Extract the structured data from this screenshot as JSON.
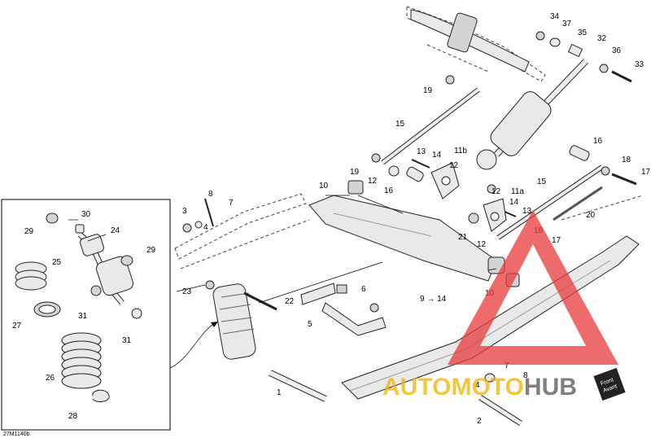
{
  "figure_id": "27M1140b",
  "watermark": {
    "part1": "AUTO",
    "part2": "MOTO",
    "part3": "HUB"
  },
  "badge": {
    "line1": "Front",
    "line2": "Avant"
  },
  "callouts": [
    {
      "id": "c34",
      "label": "34"
    },
    {
      "id": "c37",
      "label": "37"
    },
    {
      "id": "c35",
      "label": "35"
    },
    {
      "id": "c32",
      "label": "32"
    },
    {
      "id": "c36",
      "label": "36"
    },
    {
      "id": "c33",
      "label": "33"
    },
    {
      "id": "c19a",
      "label": "19"
    },
    {
      "id": "c15a",
      "label": "15"
    },
    {
      "id": "c16a",
      "label": "16"
    },
    {
      "id": "c18a",
      "label": "18"
    },
    {
      "id": "c17a",
      "label": "17"
    },
    {
      "id": "c13a",
      "label": "13"
    },
    {
      "id": "c14a",
      "label": "14"
    },
    {
      "id": "c11b",
      "label": "11b"
    },
    {
      "id": "c19b",
      "label": "19"
    },
    {
      "id": "c12a",
      "label": "12"
    },
    {
      "id": "c12b",
      "label": "12"
    },
    {
      "id": "c16b",
      "label": "16"
    },
    {
      "id": "c10a",
      "label": "10"
    },
    {
      "id": "c15b",
      "label": "15"
    },
    {
      "id": "c12c",
      "label": "12"
    },
    {
      "id": "c11a",
      "label": "11a"
    },
    {
      "id": "c14b",
      "label": "14"
    },
    {
      "id": "c13b",
      "label": "13"
    },
    {
      "id": "c20",
      "label": "20"
    },
    {
      "id": "c21",
      "label": "21"
    },
    {
      "id": "c12d",
      "label": "12"
    },
    {
      "id": "c18b",
      "label": "18"
    },
    {
      "id": "c17b",
      "label": "17"
    },
    {
      "id": "c10b",
      "label": "10"
    },
    {
      "id": "c9",
      "label": "9 → 14"
    },
    {
      "id": "c8a",
      "label": "8"
    },
    {
      "id": "c7a",
      "label": "7"
    },
    {
      "id": "c3",
      "label": "3"
    },
    {
      "id": "c4a",
      "label": "4"
    },
    {
      "id": "c6",
      "label": "6"
    },
    {
      "id": "c23",
      "label": "23"
    },
    {
      "id": "c22",
      "label": "22"
    },
    {
      "id": "c5",
      "label": "5"
    },
    {
      "id": "c1",
      "label": "1"
    },
    {
      "id": "c7b",
      "label": "7"
    },
    {
      "id": "c8b",
      "label": "8"
    },
    {
      "id": "c4b",
      "label": "4"
    },
    {
      "id": "c2",
      "label": "2"
    },
    {
      "id": "c30",
      "label": "30"
    },
    {
      "id": "c29a",
      "label": "29"
    },
    {
      "id": "c24",
      "label": "24"
    },
    {
      "id": "c29b",
      "label": "29"
    },
    {
      "id": "c25",
      "label": "25"
    },
    {
      "id": "c27",
      "label": "27"
    },
    {
      "id": "c31a",
      "label": "31"
    },
    {
      "id": "c31b",
      "label": "31"
    },
    {
      "id": "c26",
      "label": "26"
    },
    {
      "id": "c28",
      "label": "28"
    }
  ]
}
